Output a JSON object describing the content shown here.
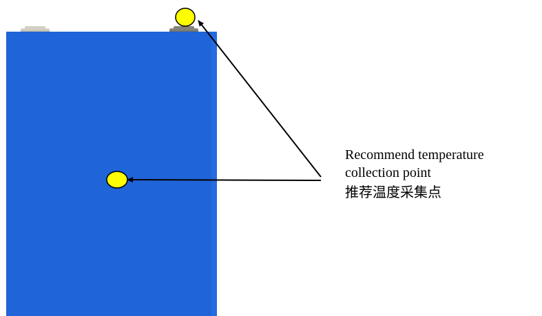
{
  "annotation": {
    "line1": "Recommend temperature",
    "line2": "collection point",
    "line3": "推荐温度采集点"
  },
  "colors": {
    "cell_body": "#1f64d8",
    "cell_edge": "#174fb3",
    "terminal": "#b9b6a8",
    "marker_fill": "#ffff00",
    "marker_stroke": "#000000",
    "arrow": "#000000"
  },
  "markers": [
    "top-terminal-point",
    "cell-center-point"
  ]
}
